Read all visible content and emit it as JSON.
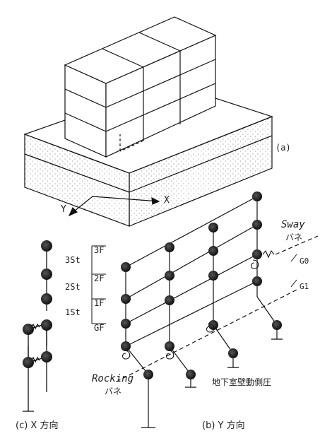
{
  "figure_a": {
    "label": "(a)",
    "axis_x": "X",
    "axis_y": "Y"
  },
  "figure_b": {
    "floors": [
      {
        "name": "3F"
      },
      {
        "name": "2F"
      },
      {
        "name": "1F"
      },
      {
        "name": "GF"
      }
    ],
    "stories": [
      "3St",
      "2St",
      "1St"
    ],
    "sway_label": "Sway",
    "sway_sub": "バネ",
    "rocking_label": "Rocking",
    "rocking_sub": "バネ",
    "soil_label": "地下室壁動側圧",
    "g0": "G0",
    "g1": "G1",
    "caption": "(b) Y 方向"
  },
  "figure_c": {
    "caption": "(c) X 方向"
  }
}
